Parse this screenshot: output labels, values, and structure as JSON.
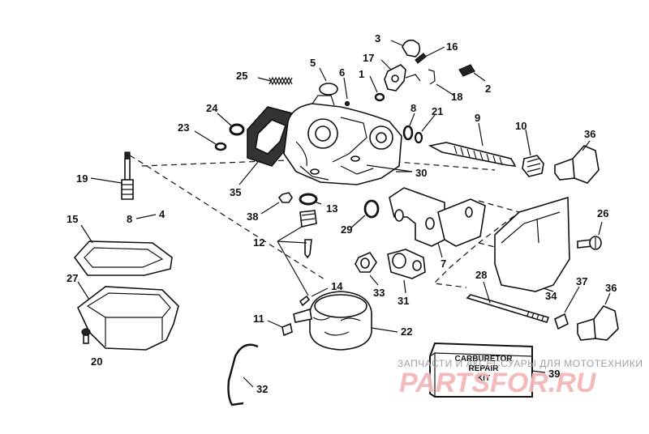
{
  "callouts": {
    "c1": "1",
    "c2": "2",
    "c3": "3",
    "c4": "4",
    "c5": "5",
    "c6": "6",
    "c7": "7",
    "c8a": "8",
    "c8b": "8",
    "c9": "9",
    "c10": "10",
    "c11": "11",
    "c12": "12",
    "c13": "13",
    "c14": "14",
    "c15": "15",
    "c16": "16",
    "c17": "17",
    "c18": "18",
    "c19": "19",
    "c20": "20",
    "c21": "21",
    "c22": "22",
    "c23": "23",
    "c24": "24",
    "c25": "25",
    "c26": "26",
    "c27": "27",
    "c28": "28",
    "c29": "29",
    "c30": "30",
    "c31": "31",
    "c32": "32",
    "c33": "33",
    "c34": "34",
    "c35": "35",
    "c36a": "36",
    "c36b": "36",
    "c37": "37",
    "c38": "38",
    "c39": "39"
  },
  "kit": {
    "line1": "CARBURETOR",
    "line2": "REPAIR",
    "line3": "KIT"
  },
  "watermark": {
    "caption": "ЗАПЧАСТИ И АКСЕССУАРЫ ДЛЯ МОТОТЕХНИКИ",
    "logo": "PARTSFOR.RU"
  },
  "colors": {
    "ink": "#111111",
    "background": "#ffffff",
    "watermark_logo": "#f2b7b7"
  }
}
